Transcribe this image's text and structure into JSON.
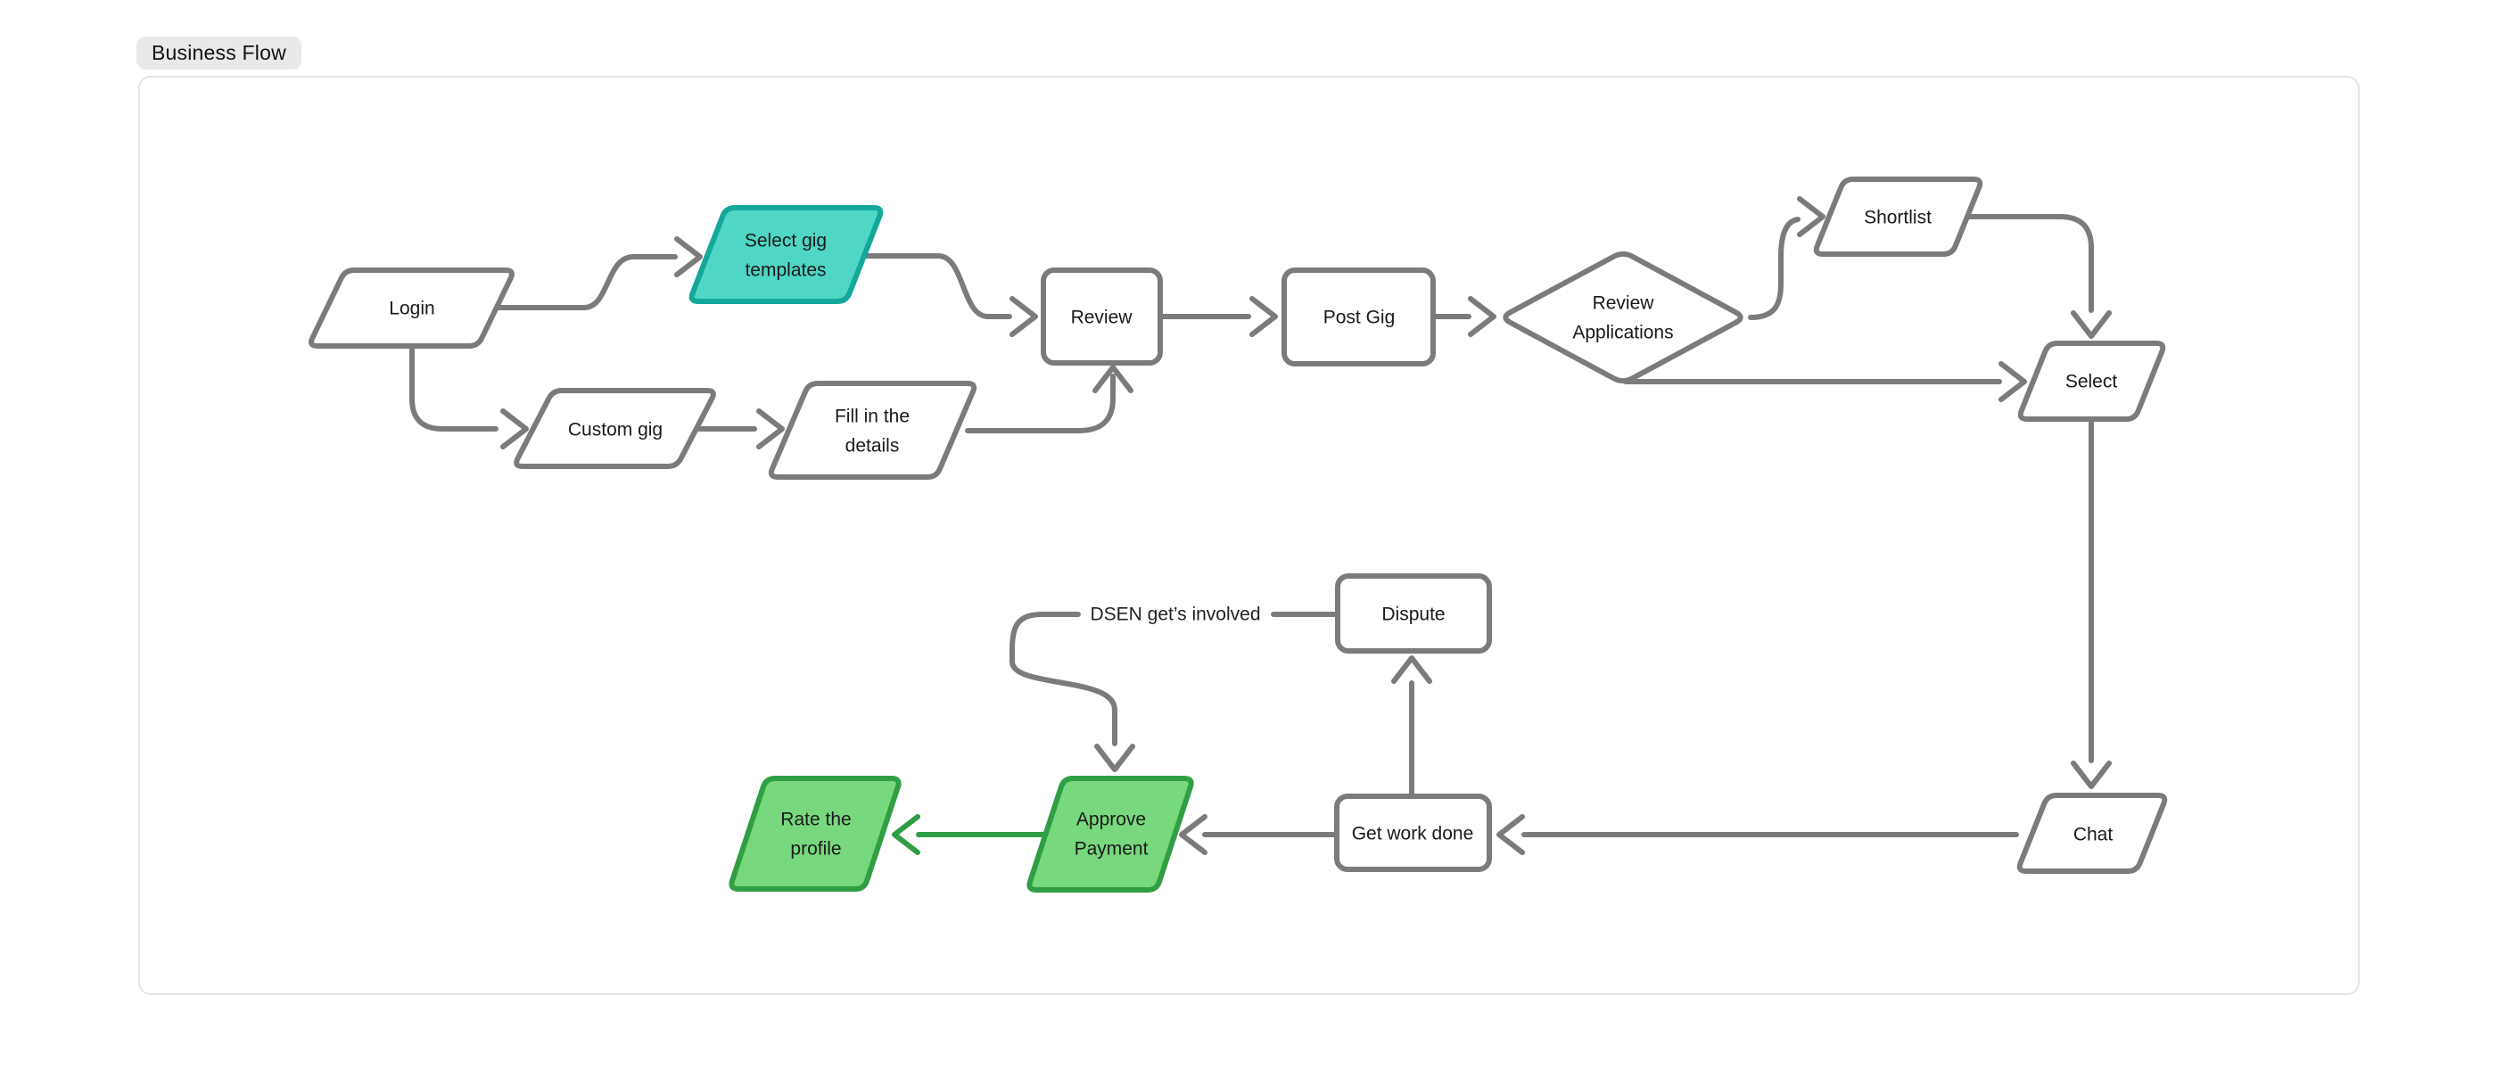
{
  "page": {
    "group_label": "Business Flow"
  },
  "colors": {
    "stroke": "#7b7b7b",
    "text": "#1a1a1a",
    "teal_fill": "#4fd6c5",
    "teal_stroke": "#14a79b",
    "green_fill": "#78d87e",
    "green_stroke": "#2f9e44",
    "green_edge": "#2f9e44",
    "canvas_border": "#e4e4e4",
    "badge_bg": "#e9e9eb"
  },
  "diagram": {
    "nodes": {
      "login": {
        "shape": "parallelogram",
        "fill": "white",
        "label": "Login"
      },
      "select_gig_templates": {
        "shape": "parallelogram",
        "fill": "teal",
        "lines": [
          "Select gig",
          "templates"
        ]
      },
      "custom_gig": {
        "shape": "parallelogram",
        "fill": "white",
        "label": "Custom gig"
      },
      "fill_in_the_details": {
        "shape": "parallelogram",
        "fill": "white",
        "lines": [
          "Fill in the",
          "details"
        ]
      },
      "review": {
        "shape": "rectangle",
        "fill": "white",
        "label": "Review"
      },
      "post_gig": {
        "shape": "rectangle",
        "fill": "white",
        "label": "Post Gig"
      },
      "review_applications": {
        "shape": "diamond",
        "fill": "white",
        "lines": [
          "Review",
          "Applications"
        ]
      },
      "shortlist": {
        "shape": "parallelogram",
        "fill": "white",
        "label": "Shortlist"
      },
      "select": {
        "shape": "parallelogram",
        "fill": "white",
        "label": "Select"
      },
      "chat": {
        "shape": "parallelogram",
        "fill": "white",
        "label": "Chat"
      },
      "get_work_done": {
        "shape": "rectangle",
        "fill": "white",
        "label": "Get work done"
      },
      "dispute": {
        "shape": "rectangle",
        "fill": "white",
        "label": "Dispute"
      },
      "approve_payment": {
        "shape": "parallelogram",
        "fill": "green",
        "lines": [
          "Approve",
          "Payment"
        ]
      },
      "rate_the_profile": {
        "shape": "parallelogram",
        "fill": "green",
        "lines": [
          "Rate the",
          "profile"
        ]
      }
    },
    "edge_labels": {
      "dispute_to_approve_payment": "DSEN get’s involved"
    },
    "edges": [
      {
        "from": "login",
        "to": "select_gig_templates",
        "color": "gray"
      },
      {
        "from": "login",
        "to": "custom_gig",
        "color": "gray"
      },
      {
        "from": "custom_gig",
        "to": "fill_in_the_details",
        "color": "gray"
      },
      {
        "from": "select_gig_templates",
        "to": "review",
        "color": "gray"
      },
      {
        "from": "fill_in_the_details",
        "to": "review",
        "color": "gray"
      },
      {
        "from": "review",
        "to": "post_gig",
        "color": "gray"
      },
      {
        "from": "post_gig",
        "to": "review_applications",
        "color": "gray"
      },
      {
        "from": "review_applications",
        "to": "shortlist",
        "color": "gray"
      },
      {
        "from": "shortlist",
        "to": "select",
        "color": "gray"
      },
      {
        "from": "review_applications",
        "to": "select",
        "color": "gray"
      },
      {
        "from": "select",
        "to": "chat",
        "color": "gray"
      },
      {
        "from": "chat",
        "to": "get_work_done",
        "color": "gray"
      },
      {
        "from": "get_work_done",
        "to": "dispute",
        "color": "gray"
      },
      {
        "from": "get_work_done",
        "to": "approve_payment",
        "color": "gray"
      },
      {
        "from": "dispute",
        "to": "approve_payment",
        "color": "gray",
        "label": "DSEN get’s involved"
      },
      {
        "from": "approve_payment",
        "to": "rate_the_profile",
        "color": "green"
      }
    ]
  }
}
